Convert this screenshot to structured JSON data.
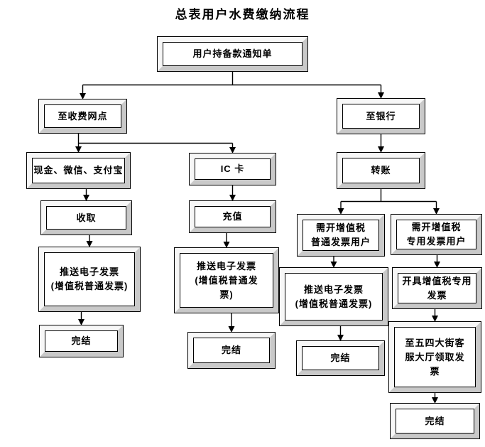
{
  "title": "总表用户水费缴纳流程",
  "flowchart": {
    "nodes": {
      "notice": {
        "label": "用户持备款通知单"
      },
      "outlet": {
        "label": "至收费网点"
      },
      "bank": {
        "label": "至银行"
      },
      "cash": {
        "label": "现金、微信、支付宝"
      },
      "ic_card": {
        "label": "IC 卡"
      },
      "transfer": {
        "label": "转账"
      },
      "collect": {
        "label": "收取"
      },
      "recharge": {
        "label": "充值"
      },
      "push_left": {
        "label": "推送电子发票\n(增值税普通发票)"
      },
      "push_mid": {
        "label": "推送电子发票\n(增值税普通发\n票)"
      },
      "need_ordinary": {
        "label": "需开增值税\n普通发票用户"
      },
      "need_special": {
        "label": "需开增值税\n专用发票用户"
      },
      "push_right": {
        "label": "推送电子发票\n(增值税普通发票)"
      },
      "issue_special": {
        "label": "开具增值税专用\n发票"
      },
      "hall": {
        "label": "至五四大街客\n服大厅领取发\n票"
      },
      "done_left": {
        "label": "完结"
      },
      "done_mid": {
        "label": "完结"
      },
      "done_right_mid": {
        "label": "完结"
      },
      "done_right": {
        "label": "完结"
      }
    },
    "edges": [
      {
        "from": "notice",
        "to": [
          "outlet",
          "bank"
        ],
        "type": "split"
      },
      {
        "from": "outlet",
        "to": [
          "cash"
        ],
        "type": "straight"
      },
      {
        "from": "outlet",
        "via": "cash",
        "to": [
          "ic_card"
        ],
        "type": "branch"
      },
      {
        "from": "bank",
        "to": [
          "transfer"
        ],
        "type": "straight"
      },
      {
        "from": "cash",
        "to": [
          "collect"
        ],
        "type": "straight"
      },
      {
        "from": "collect",
        "to": [
          "push_left"
        ],
        "type": "straight"
      },
      {
        "from": "push_left",
        "to": [
          "done_left"
        ],
        "type": "straight"
      },
      {
        "from": "ic_card",
        "to": [
          "recharge"
        ],
        "type": "straight"
      },
      {
        "from": "recharge",
        "to": [
          "push_mid"
        ],
        "type": "straight"
      },
      {
        "from": "push_mid",
        "to": [
          "done_mid"
        ],
        "type": "straight"
      },
      {
        "from": "transfer",
        "to": [
          "need_ordinary",
          "need_special"
        ],
        "type": "split"
      },
      {
        "from": "need_ordinary",
        "to": [
          "push_right"
        ],
        "type": "straight"
      },
      {
        "from": "push_right",
        "to": [
          "done_right_mid"
        ],
        "type": "straight"
      },
      {
        "from": "need_special",
        "to": [
          "issue_special"
        ],
        "type": "straight"
      },
      {
        "from": "issue_special",
        "to": [
          "hall"
        ],
        "type": "straight"
      },
      {
        "from": "hall",
        "to": [
          "done_right"
        ],
        "type": "straight"
      }
    ],
    "colors": {
      "line": "#000000",
      "box_face": "#ffffff",
      "bevel_light": "#f7f7f7",
      "bevel_dark": "#c9c9c9",
      "text": "#000000"
    }
  }
}
